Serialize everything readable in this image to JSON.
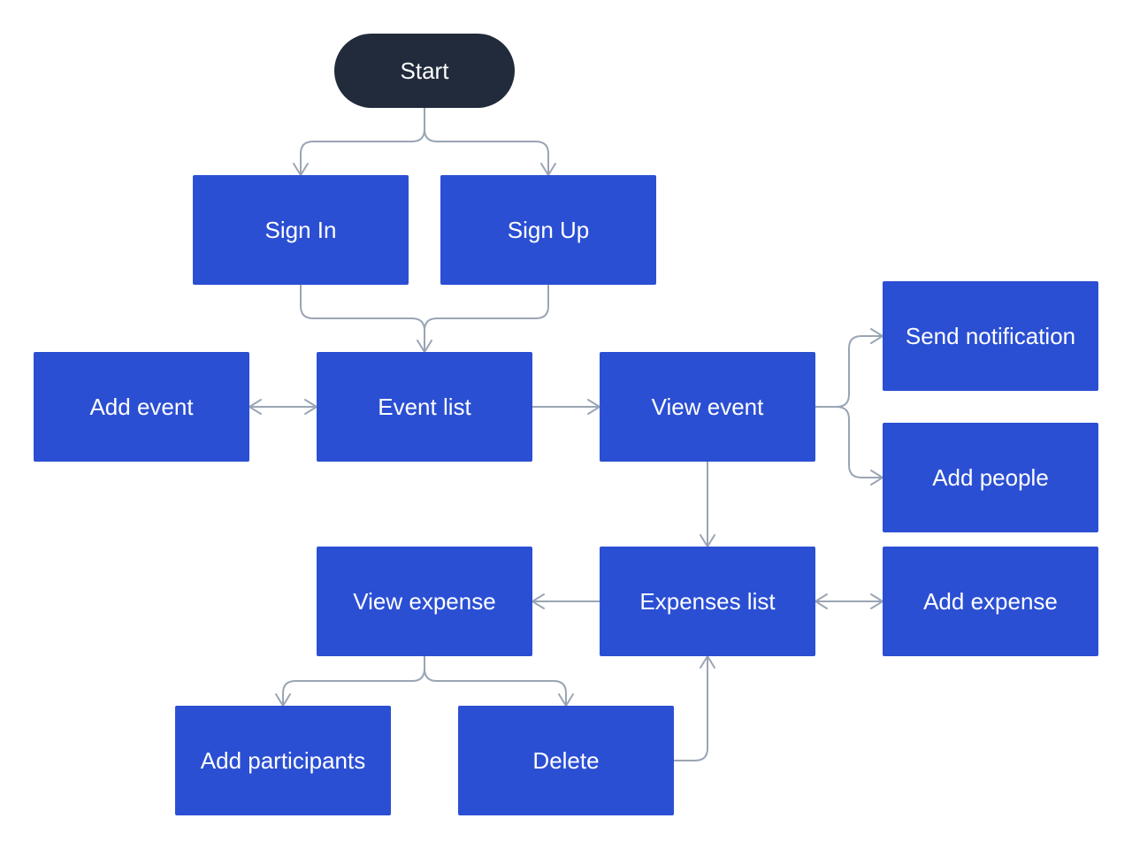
{
  "colors": {
    "terminal": "#212b3c",
    "process": "#2b4fd3",
    "connector": "#9aa5b4",
    "text": "#ffffff"
  },
  "nodes": {
    "start": "Start",
    "sign_in": "Sign In",
    "sign_up": "Sign Up",
    "add_event": "Add event",
    "event_list": "Event list",
    "view_event": "View event",
    "send_notification": "Send notification",
    "add_people": "Add people",
    "view_expense": "View expense",
    "expenses_list": "Expenses list",
    "add_expense": "Add expense",
    "add_participants": "Add participants",
    "delete": "Delete"
  }
}
